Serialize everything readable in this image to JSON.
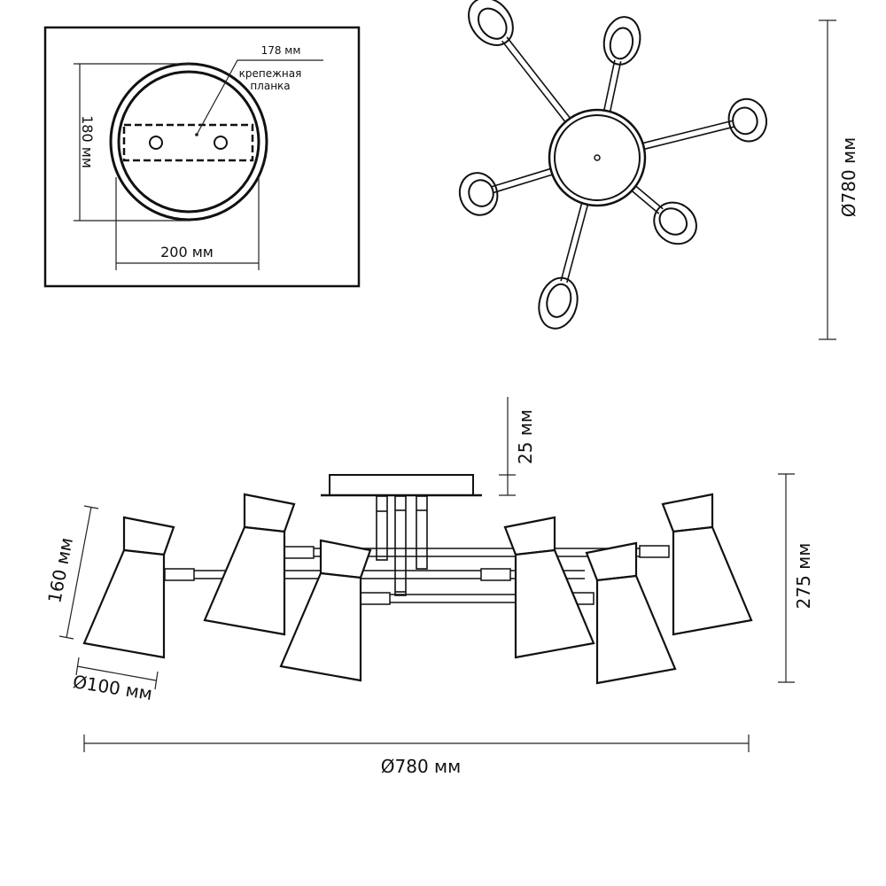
{
  "mount_plate": {
    "width_label": "200 мм",
    "height_label": "180 мм",
    "bracket_length_label": "178 мм",
    "bracket_name_line1": "крепежная",
    "bracket_name_line2": "планка"
  },
  "top_view": {
    "diameter_label": "Ø780 мм",
    "arm_count": 6
  },
  "side_view": {
    "canopy_height_label": "25 мм",
    "total_height_label": "275 мм",
    "shade_height_label": "160 мм",
    "shade_diameter_label": "Ø100 мм",
    "overall_diameter_label": "Ø780 мм"
  }
}
